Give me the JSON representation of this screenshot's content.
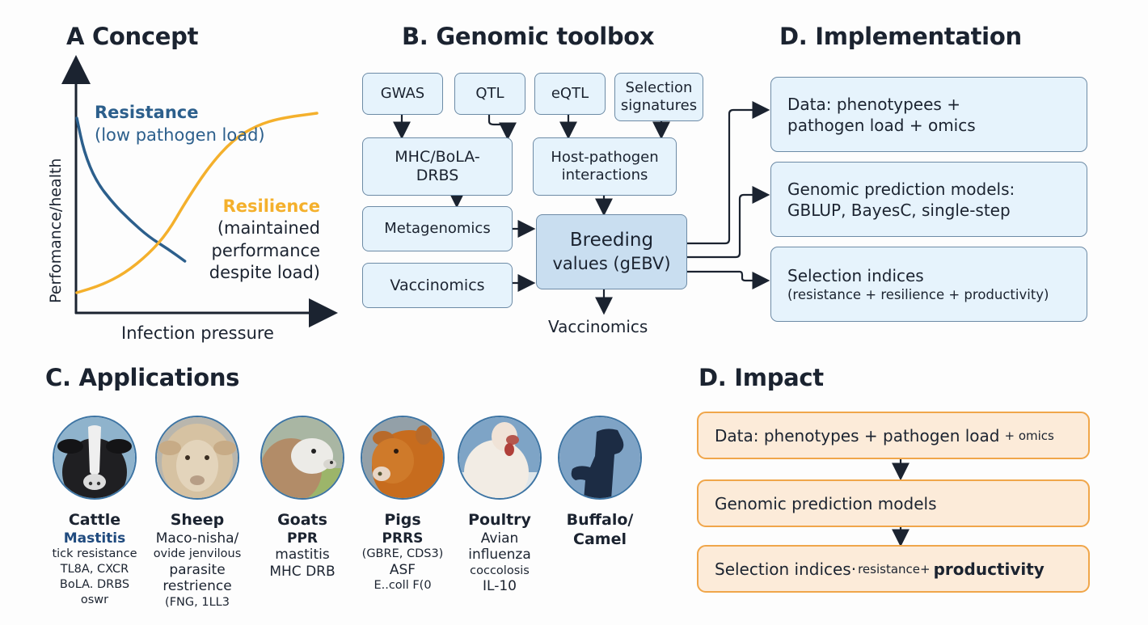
{
  "colors": {
    "resistance": "#2c5f8c",
    "resilience": "#f4b02c",
    "toolbox_box": "#e6f3fc",
    "toolbox_dark_box": "#c9def0",
    "impact_box": "#fcebd9",
    "impact_border": "#f0a64a",
    "circle_border": "#3d74a3"
  },
  "panel_a": {
    "title": "A  Concept",
    "chart_data": {
      "type": "line",
      "title": "A  Concept",
      "xlabel": "Infection pressure",
      "ylabel": "Perfomance/health",
      "x_ticks": [],
      "y_ticks": [],
      "grid": false,
      "xlim": [
        0,
        1
      ],
      "ylim": [
        0,
        1
      ],
      "series": [
        {
          "name": "Resistance",
          "annotation": [
            "Resistance",
            "(low pathogen load)"
          ],
          "x": [
            0.0,
            0.03,
            0.08,
            0.15,
            0.22,
            0.3,
            0.38,
            0.45
          ],
          "y": [
            0.8,
            0.66,
            0.54,
            0.45,
            0.38,
            0.31,
            0.26,
            0.21
          ]
        },
        {
          "name": "Resilience",
          "annotation": [
            "Resilience",
            "(maintained",
            "performance",
            "despite load)"
          ],
          "x": [
            0.0,
            0.1,
            0.2,
            0.3,
            0.38,
            0.45,
            0.55,
            0.65,
            0.75,
            0.85,
            1.0
          ],
          "y": [
            0.08,
            0.11,
            0.16,
            0.24,
            0.33,
            0.45,
            0.6,
            0.71,
            0.77,
            0.8,
            0.82
          ]
        }
      ]
    }
  },
  "panel_b": {
    "title": "B. Genomic toolbox",
    "boxes": {
      "gwas": "GWAS",
      "qtl": "QTL",
      "eqtl": "eQTL",
      "selection_signatures": [
        "Selection",
        "signatures"
      ],
      "mhc": [
        "MHC/BoLA-",
        "DRBS"
      ],
      "host_pathogen": [
        "Host-pathogen",
        "interactions"
      ],
      "metagenomics": "Metagenomics",
      "vaccinomics": "Vaccinomics",
      "breeding_values": [
        "Breeding",
        "values (gEBV)"
      ]
    },
    "output_label": "Vaccinomics"
  },
  "panel_d_impl": {
    "title": "D. Implementation",
    "boxes": [
      {
        "lines": [
          "Data: phenotypees +",
          "pathogen load + omics"
        ]
      },
      {
        "lines": [
          "Genomic prediction models:",
          "GBLUP, BayesC, single-step"
        ]
      },
      {
        "line1": "Selection indices",
        "line2": "(resistance + resilience + productivity)"
      }
    ]
  },
  "panel_c": {
    "title": "C. Applications",
    "animals": [
      {
        "name": "Cattle",
        "icon": "cattle-icon",
        "disease": "Mastitis",
        "details": [
          "tick resistance",
          "TL8A, CXCR",
          "BoLA. DRBS oswr"
        ]
      },
      {
        "name": "Sheep",
        "icon": "sheep-icon",
        "disease": "Maco-nisha/",
        "details": [
          "ovide jenvilous",
          "parasite",
          "restrience",
          "(FNG, 1LL3"
        ]
      },
      {
        "name": "Goats",
        "icon": "goat-icon",
        "disease": "PPR",
        "details": [
          "mastitis",
          "MHC DRB"
        ]
      },
      {
        "name": "Pigs",
        "icon": "pig-icon",
        "disease": "PRRS",
        "details": [
          "(GBRE, CDS3)",
          "ASF",
          "E..coll F(0"
        ]
      },
      {
        "name": "Poultry",
        "icon": "poultry-icon",
        "disease": "Avian",
        "details": [
          "influenza",
          "coccolosis",
          "IL-10"
        ]
      },
      {
        "name": "Buffalo/",
        "icon": "buffalo-camel-icon",
        "disease": "Camel",
        "details": []
      }
    ]
  },
  "panel_d_impact": {
    "title": "D. Impact",
    "boxes": [
      {
        "main": "Data: phenotypes + pathogen load",
        "tail": "+ omics"
      },
      {
        "main": "Genomic prediction models"
      },
      {
        "main": "Selection indices·",
        "small": "resistance+",
        "bold": "productivity"
      }
    ]
  }
}
